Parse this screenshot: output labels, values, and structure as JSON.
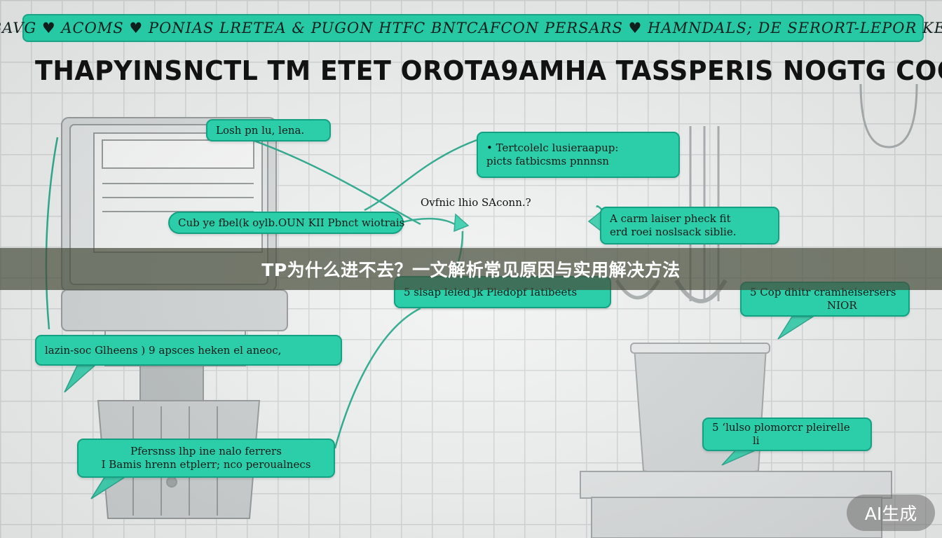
{
  "banner": {
    "text": "FAIS BAVG ♥ ACOMS ♥ PONIAS LRETEA & PUGON HTFC BNTCAFCON PERSARS ♥ HAMNDALS; DE SERORT-LEPOR KEAMMS"
  },
  "headline": {
    "text": "THAPYINSNCTL TM ETET OROTA9AMHA TASSPERIS NOGTG COONSUN T"
  },
  "callouts": [
    {
      "lines": [
        "Losh pn lu, lena."
      ]
    },
    {
      "lines": [
        "• Tertcolelc lusieraapup:",
        "picts fatbicsms pnnnsn"
      ]
    },
    {
      "lines": [
        "Cub ye fbel(k oylb.OUN KII Pbnct wiotrais"
      ]
    },
    {
      "lines": [
        "A carm laiser pheck fit",
        "erd roei noslsack siblie."
      ]
    },
    {
      "lines": [
        "5 slsap leled jk Pledopf Iatibeets"
      ]
    },
    {
      "lines": [
        "5  Cop dhitr cramheisersers",
        "NIOR"
      ]
    },
    {
      "lines": [
        "lazin-soc Glheens )   9 apsces heken el aneoc,"
      ]
    },
    {
      "lines": [
        "Pfersnss lhp ine nalo ferrers",
        "I Bamis hrenn etplerr;  nco peroualnecs"
      ]
    },
    {
      "lines": [
        "5   ‘lulso plomorcr pleirelle",
        "li"
      ]
    }
  ],
  "float_label": {
    "text": "Ovfnic lhio SAconn.?"
  },
  "overlay": {
    "title": "TP为什么进不去？一文解析常见原因与实用解决方法"
  },
  "badge": {
    "text": "AI生成"
  },
  "colors": {
    "accent": "#2ccda9",
    "accent_border": "#14a083",
    "overlay": "#464e3c"
  }
}
